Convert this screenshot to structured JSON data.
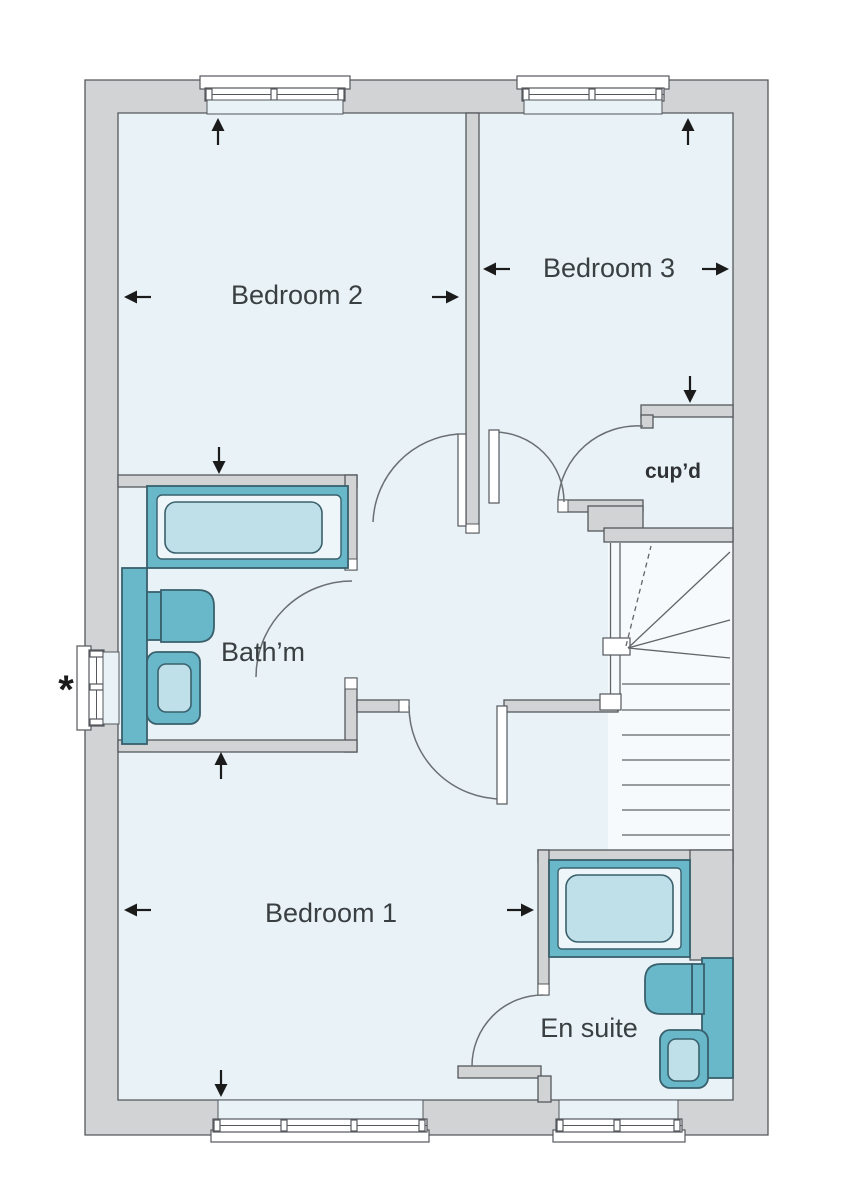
{
  "floor_plan": {
    "rooms": [
      {
        "id": "bedroom2",
        "label": "Bedroom 2"
      },
      {
        "id": "bedroom3",
        "label": "Bedroom 3"
      },
      {
        "id": "bedroom1",
        "label": "Bedroom 1"
      },
      {
        "id": "bathroom",
        "label": "Bath’m"
      },
      {
        "id": "ensuite",
        "label": "En suite"
      },
      {
        "id": "cupboard",
        "label": "cup’d"
      }
    ],
    "annotations": {
      "asterisk": "*"
    },
    "fixtures": [
      "bath",
      "vanity",
      "toilet",
      "basin",
      "shower",
      "stairs"
    ],
    "colors": {
      "wall": "#d2d3d5",
      "floor": "#e9f2f6",
      "fixture_teal": "#68b8c9",
      "fixture_light": "#bfe0e9",
      "outline": "#54585c"
    }
  }
}
